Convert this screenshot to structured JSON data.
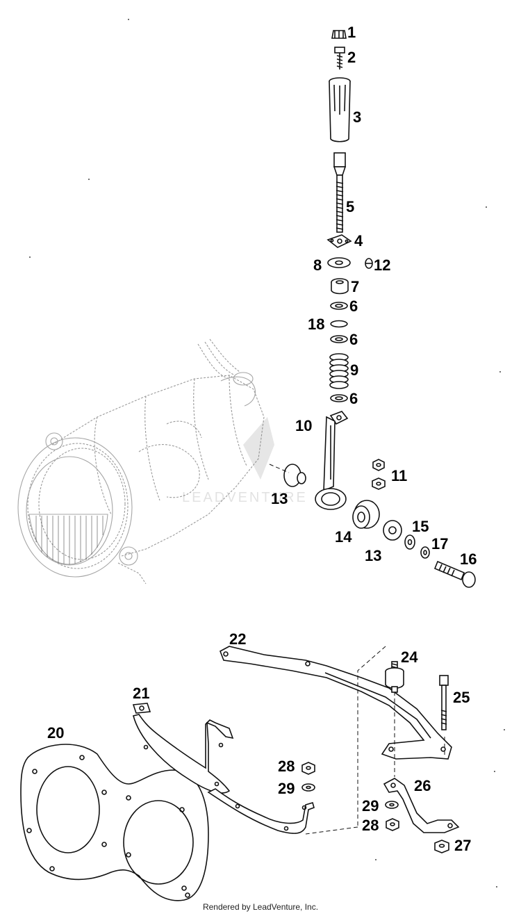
{
  "diagram": {
    "callouts": {
      "c1": "1",
      "c2": "2",
      "c3": "3",
      "c4": "4",
      "c5": "5",
      "c6a": "6",
      "c6b": "6",
      "c6c": "6",
      "c7": "7",
      "c8": "8",
      "c9": "9",
      "c10": "10",
      "c11": "11",
      "c12": "12",
      "c13a": "13",
      "c13b": "13",
      "c14": "14",
      "c15": "15",
      "c16": "16",
      "c17": "17",
      "c18": "18",
      "c20": "20",
      "c21": "21",
      "c22": "22",
      "c24": "24",
      "c25": "25",
      "c26": "26",
      "c27": "27",
      "c28a": "28",
      "c28b": "28",
      "c29a": "29",
      "c29b": "29"
    },
    "watermark": "LEADVENTURE"
  },
  "footer": {
    "text": "Rendered by LeadVenture, Inc."
  }
}
